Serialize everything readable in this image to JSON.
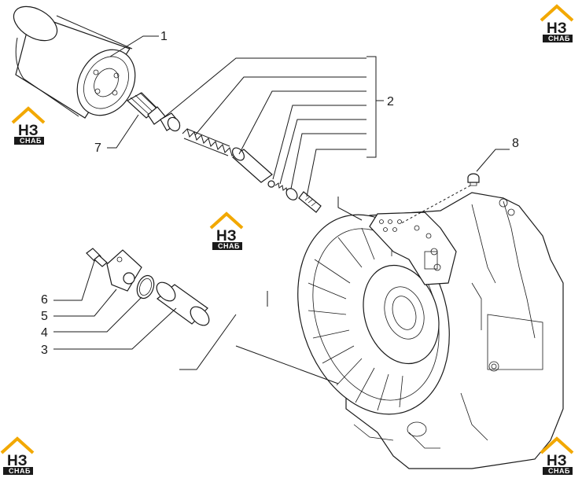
{
  "callouts": {
    "c1": "1",
    "c2": "2",
    "c3": "3",
    "c4": "4",
    "c5": "5",
    "c6": "6",
    "c7": "7",
    "c8": "8"
  },
  "logo": {
    "letters": "НЗ",
    "subtitle": "СНАБ",
    "accent_color": "#f2a800"
  }
}
